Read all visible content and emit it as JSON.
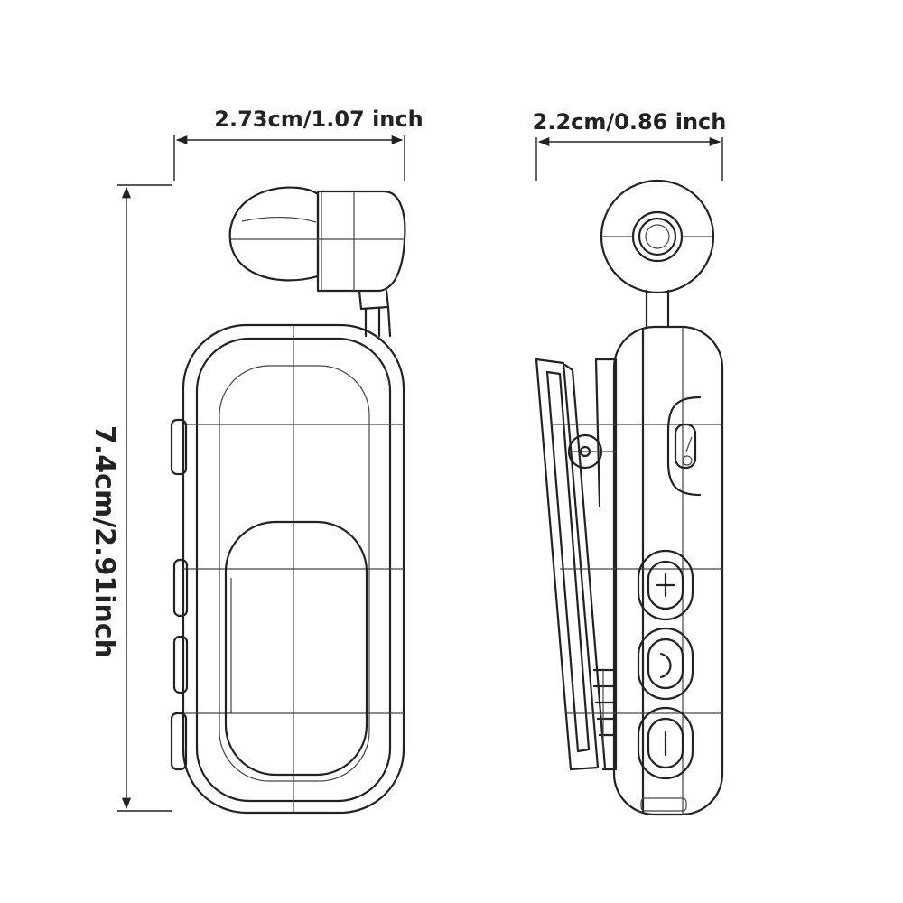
{
  "dimensions": {
    "width": "2.73cm/1.07 inch",
    "depth": "2.2cm/0.86 inch",
    "height": "7.4cm/2.91inch"
  },
  "colors": {
    "line": "#222222",
    "background": "#ffffff"
  },
  "icons": [
    "volume-up-icon",
    "call-icon",
    "volume-down-icon",
    "power-switch-icon"
  ]
}
